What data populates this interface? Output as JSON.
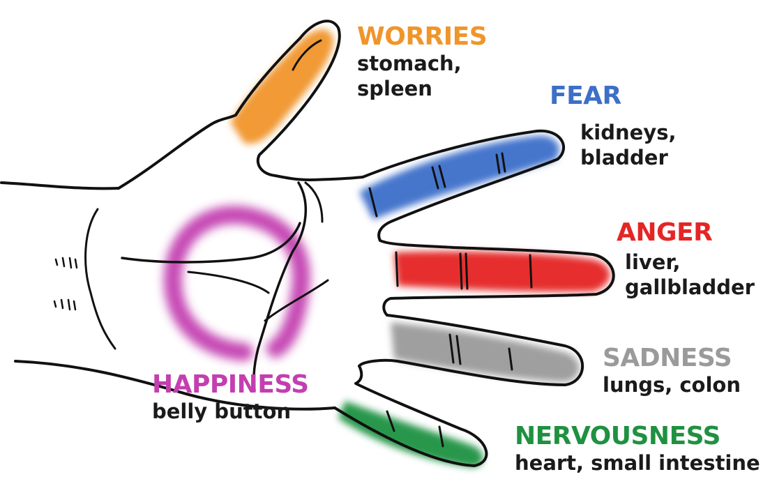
{
  "labels": [
    {
      "key": "worries",
      "emotion": "WORRIES",
      "organs": [
        "stomach,",
        "spleen"
      ],
      "color": "#f0952a"
    },
    {
      "key": "fear",
      "emotion": "FEAR",
      "organs": [
        "kidneys,",
        "bladder"
      ],
      "color": "#3d6fc9"
    },
    {
      "key": "anger",
      "emotion": "ANGER",
      "organs": [
        "liver,",
        "gallbladder"
      ],
      "color": "#e52525"
    },
    {
      "key": "sadness",
      "emotion": "SADNESS",
      "organs": [
        "lungs, colon"
      ],
      "color": "#9a9a9a"
    },
    {
      "key": "nervousness",
      "emotion": "NERVOUSNESS",
      "organs": [
        "heart, small intestine"
      ],
      "color": "#1f9140"
    },
    {
      "key": "happiness",
      "emotion": "HAPPINESS",
      "organs": [
        "belly button"
      ],
      "color": "#c33fb0"
    }
  ]
}
